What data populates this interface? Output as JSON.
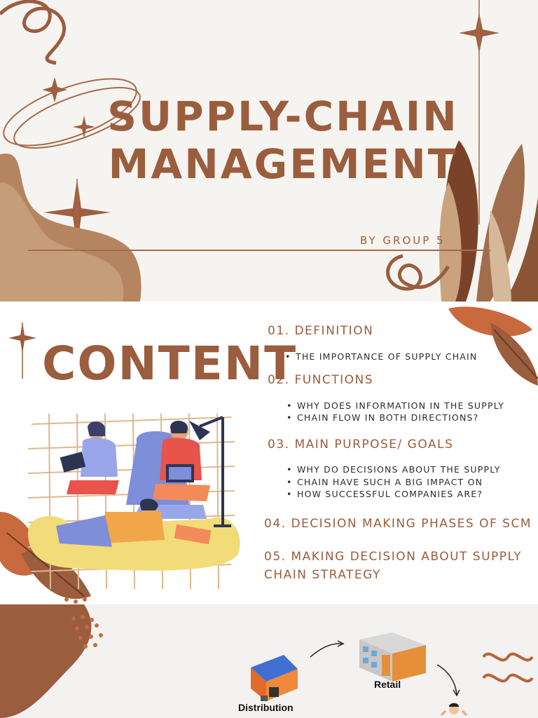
{
  "slide1": {
    "title_line1": "SUPPLY-CHAIN",
    "title_line2": "MANAGEMENT",
    "byline": "BY GROUP 5"
  },
  "slide2": {
    "heading": "CONTENT",
    "items": [
      {
        "label": "01. DEFINITION",
        "sub": "THE IMPORTANCE OF SUPPLY CHAIN"
      },
      {
        "label": "02. FUNCTIONS",
        "sub_line1": "WHY DOES INFORMATION IN THE SUPPLY",
        "sub_line2": "CHAIN FLOW IN BOTH DIRECTIONS?"
      },
      {
        "label": "03. MAIN PURPOSE/ GOALS",
        "sub_line1": "WHY DO DECISIONS ABOUT THE SUPPLY",
        "sub_line2": "CHAIN HAVE SUCH A BIG IMPACT ON",
        "sub_line3": "HOW SUCCESSFUL COMPANIES ARE?"
      },
      {
        "label": "04. DECISION MAKING PHASES OF SCM"
      },
      {
        "label_line1": "05. MAKING DECISION ABOUT SUPPLY",
        "label_line2": "CHAIN STRATEGY"
      }
    ]
  },
  "slide3": {
    "distribution_label": "Distribution",
    "retail_label": "Retail"
  },
  "colors": {
    "brown": "#9a5d3d",
    "tan": "#c9a27e",
    "background": "#f6f4f1"
  }
}
